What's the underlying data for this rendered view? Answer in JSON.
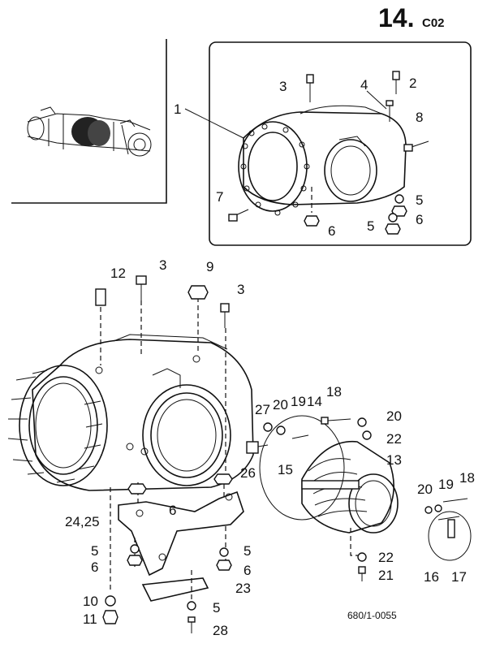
{
  "page": {
    "number": "14.",
    "section": "C02"
  },
  "drawing_ref": "680/1-0055",
  "callouts": {
    "c1": "1",
    "c2": "2",
    "c3a": "3",
    "c4": "4",
    "c8": "8",
    "c7": "7",
    "c6a": "6",
    "c5a": "5",
    "c5b": "5",
    "c6b": "6",
    "c12": "12",
    "c3b": "3",
    "c9": "9",
    "c3c": "3",
    "c27": "27",
    "c26": "26",
    "c20a": "20",
    "c19a": "19",
    "c14": "14",
    "c18a": "18",
    "c20b": "20",
    "c22a": "22",
    "c15": "15",
    "c13": "13",
    "c6c": "6",
    "c2425": "24,25",
    "c5c": "5",
    "c6d": "6",
    "c5d": "5",
    "c6e": "6",
    "c23": "23",
    "c10": "10",
    "c11": "11",
    "c5e": "5",
    "c28": "28",
    "c22b": "22",
    "c21": "21",
    "c20c": "20",
    "c19b": "19",
    "c18b": "18",
    "c16": "16",
    "c17": "17"
  }
}
